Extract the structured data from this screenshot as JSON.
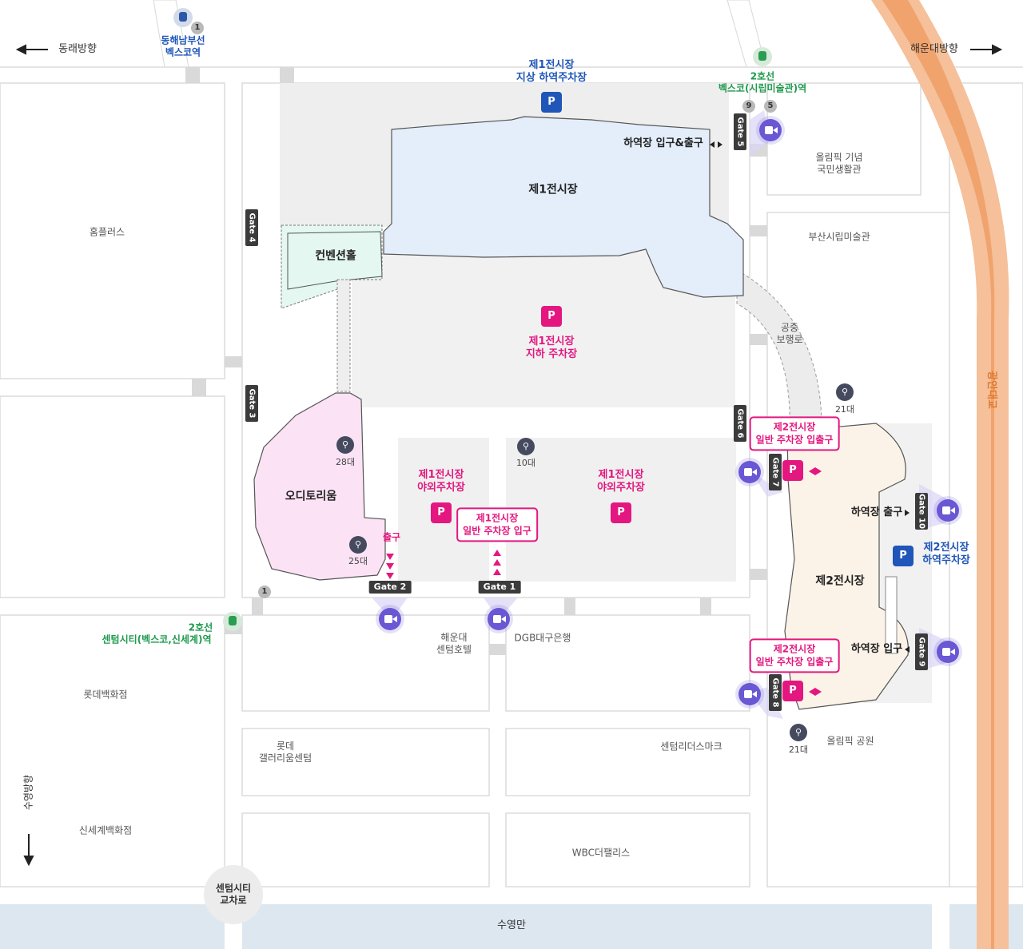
{
  "directions": {
    "west": "동래방향",
    "east": "해운대방향",
    "south": "수영방향"
  },
  "stations": {
    "donghae": {
      "line": "동해남부선",
      "name": "벡스코역",
      "exit": "1"
    },
    "bexco": {
      "line": "2호선",
      "name": "벡스코(시립미술관)역",
      "exits": [
        "9",
        "5"
      ]
    },
    "centum": {
      "line": "2호선",
      "name": "센텀시티(벡스코,신세계)역",
      "exit": "1"
    }
  },
  "buildings": {
    "hall1": "제1전시장",
    "convention": "컨벤션홀",
    "auditorium": "오디토리움",
    "hall2": "제2전시장",
    "homeplus": "홈플러스",
    "olympic_memorial": "올림픽 기념\n국민생활관",
    "museum": "부산시립미술관",
    "skywalk": "공중\n보행로",
    "lotte_dept": "롯데백화점",
    "shinsegae": "신세계백화점",
    "lotte_gallerium": "롯데\n갤러리움센텀",
    "haeundae_centum_hotel": "해운대\n센텀호텔",
    "dgb": "DGB대구은행",
    "centum_leaders": "센텀리더스마크",
    "wbc": "WBC더팰리스",
    "olympic_park": "올림픽 공원",
    "centum_intersection": "센텀시티\n교차로",
    "suyeong_bay": "수영만",
    "gwangan_bridge": "광안대교"
  },
  "parking": {
    "hall1_loading": "제1전시장\n지상 하역주차장",
    "hall1_underground": "제1전시장\n지하 주차장",
    "hall1_outdoor_left": "제1전시장\n야외주차장",
    "hall1_outdoor_right": "제1전시장\n야외주차장",
    "hall1_general_entry": "제1전시장\n일반 주차장 입구",
    "hall2_general_top": "제2전시장\n일반 주차장 입출구",
    "hall2_general_bottom": "제2전시장\n일반 주차장 입출구",
    "hall2_loading": "제2전시장\n하역주차장",
    "p_symbol": "P"
  },
  "loading_labels": {
    "hall1_in_out": "하역장 입구&출구",
    "hall2_out": "하역장 출구",
    "hall2_in": "하역장 입구",
    "exit": "출구"
  },
  "gates": {
    "g1": "Gate 1",
    "g2": "Gate 2",
    "g3": "Gate 3",
    "g4": "Gate 4",
    "g5": "Gate 5",
    "g6": "Gate 6",
    "g7": "Gate 7",
    "g8": "Gate 8",
    "g9": "Gate 9",
    "g10": "Gate 10"
  },
  "bikes": {
    "b1": "28대",
    "b2": "25대",
    "b3": "10대",
    "b4": "21대",
    "b5": "21대"
  },
  "colors": {
    "hall1": "#e3eefa",
    "convention": "#e4f7f1",
    "auditorium": "#fbe3f5",
    "hall2": "#fcf3e8",
    "parking_pink": "#e3177f",
    "parking_blue": "#1f56b8",
    "bridge": "#f0a36d",
    "sea": "#dde7f0",
    "camera": "#6a57d4",
    "station_green": "#1f9a4e"
  },
  "icons": [
    "train-icon",
    "camera-icon",
    "bicycle-icon",
    "parking-icon",
    "arrow-left-icon",
    "arrow-right-icon",
    "arrow-down-icon"
  ]
}
